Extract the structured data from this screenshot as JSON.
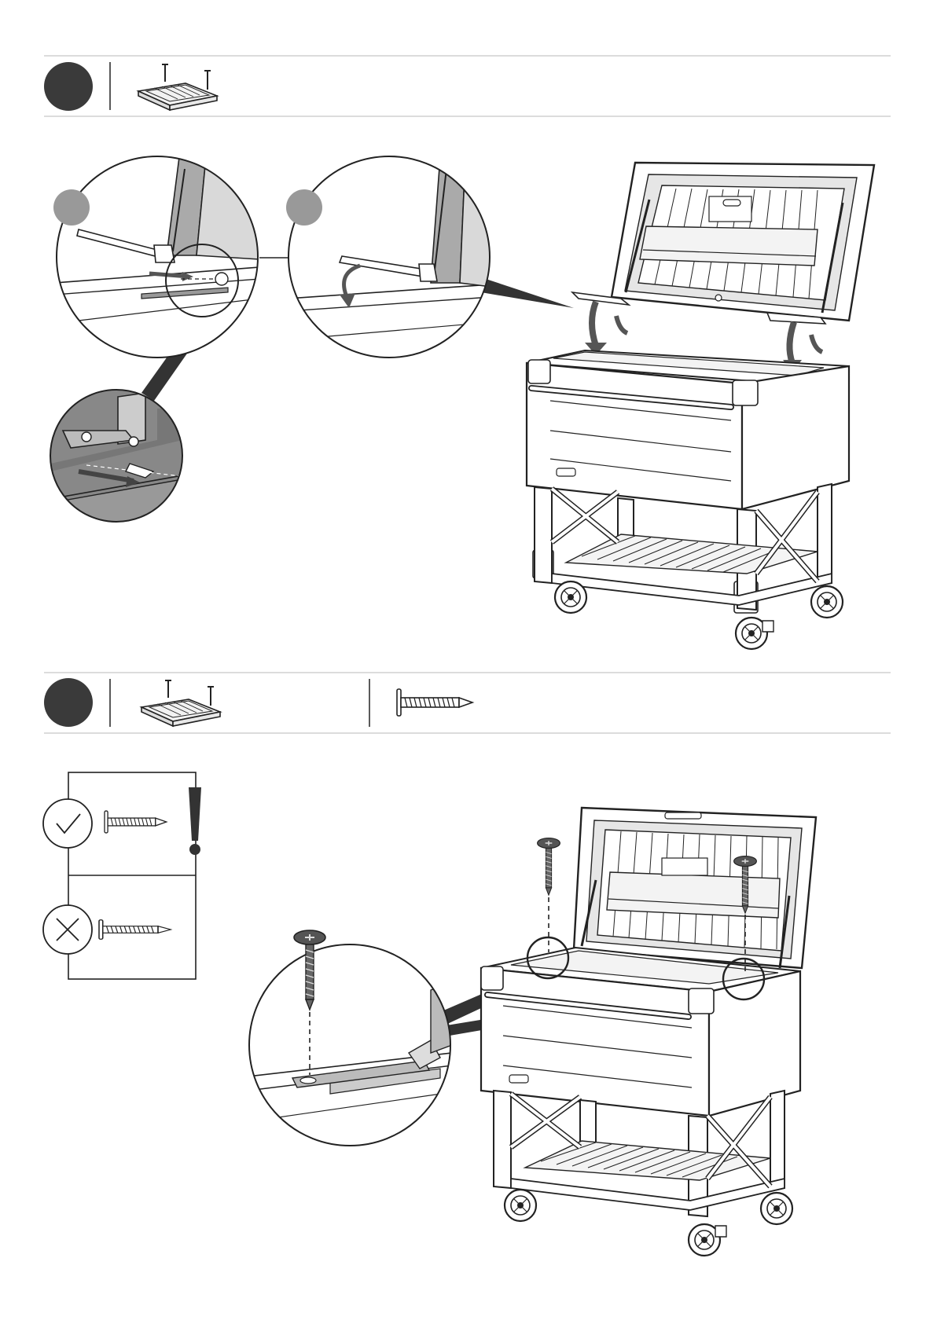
{
  "document": {
    "type": "assembly-instructions",
    "step_badge_color": "#3a3a3a",
    "sub_badge_color": "#999999",
    "line_color": "#222222",
    "rule_color": "#d0d0d0"
  },
  "steps": [
    {
      "number": "",
      "parts": [
        "lid-assembly-icon"
      ],
      "sub_steps": [
        "",
        ""
      ],
      "illustration": "lid-hinge-insertion"
    },
    {
      "number": "",
      "parts": [
        "lid-assembly-icon",
        "screw-icon"
      ],
      "warning": {
        "correct": "check-icon",
        "incorrect": "x-icon",
        "alert": "exclamation-icon"
      },
      "illustration": "lid-hinge-screwing"
    }
  ]
}
